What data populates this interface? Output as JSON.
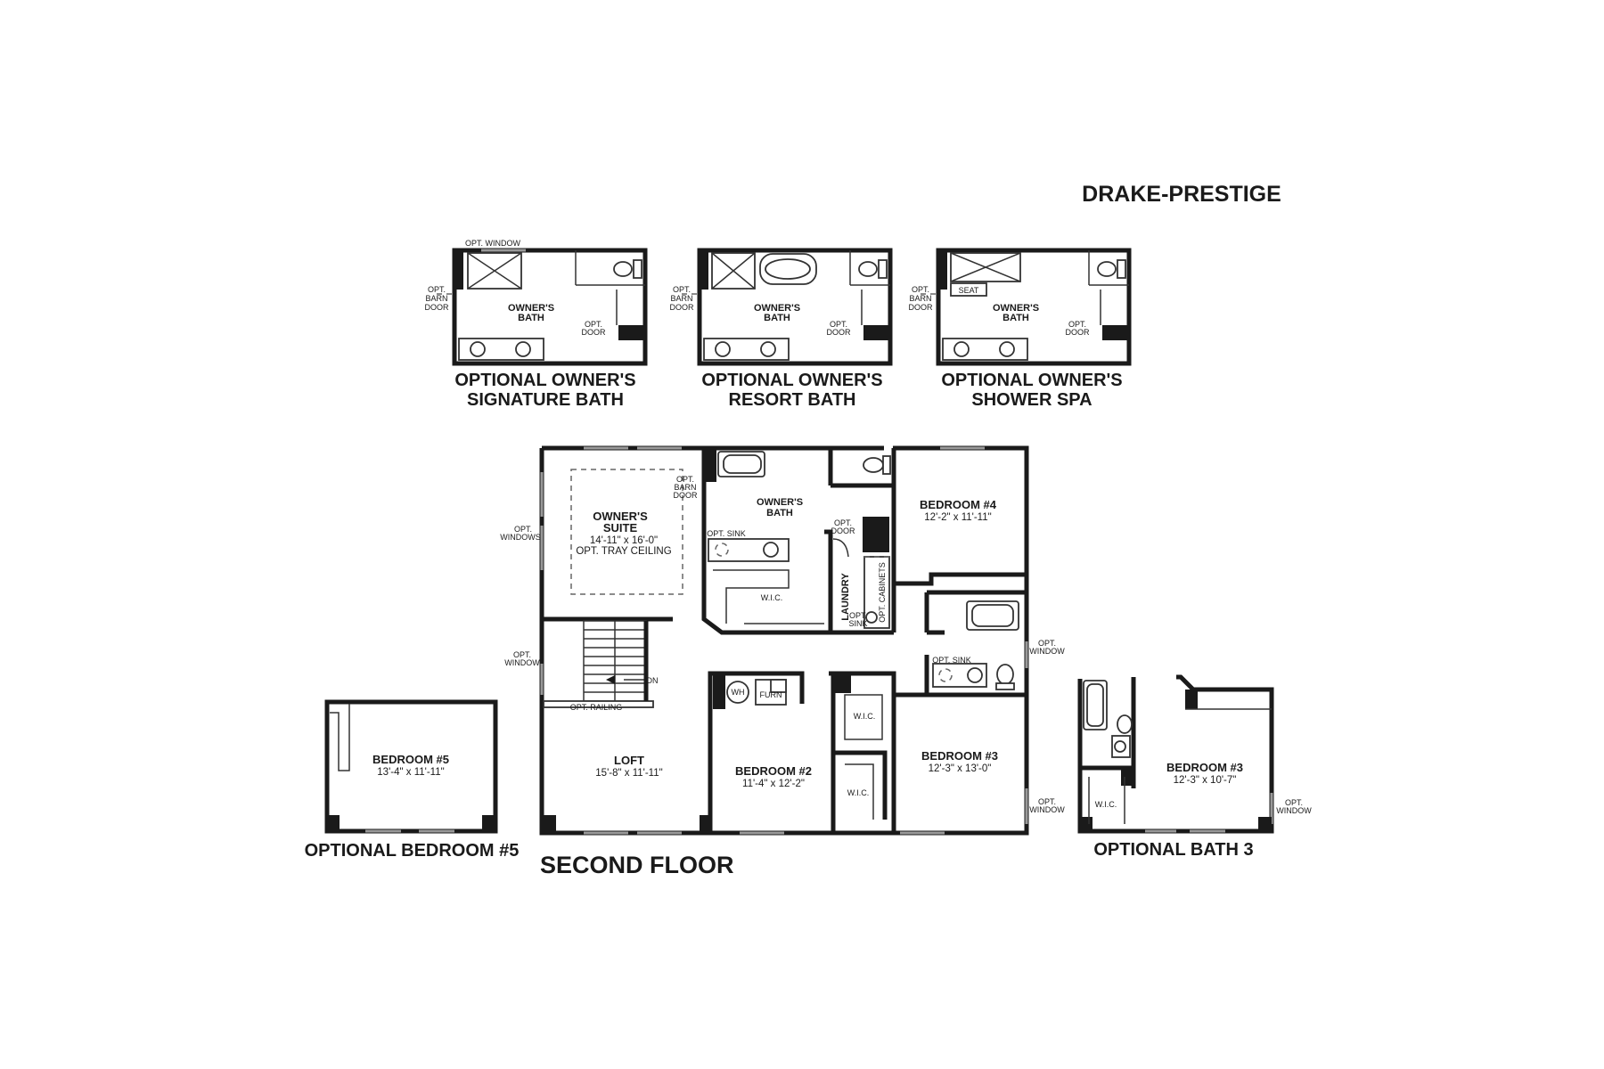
{
  "plan_name": "DRAKE-PRESTIGE",
  "floor_title": "SECOND FLOOR",
  "options": {
    "signature": {
      "caption1": "OPTIONAL OWNER'S",
      "caption2": "SIGNATURE BATH",
      "room1": "OWNER'S",
      "room2": "BATH",
      "opt_window": "OPT. WINDOW",
      "barn1": "OPT.",
      "barn2": "BARN",
      "barn3": "DOOR",
      "door1": "OPT.",
      "door2": "DOOR"
    },
    "resort": {
      "caption1": "OPTIONAL OWNER'S",
      "caption2": "RESORT BATH",
      "room1": "OWNER'S",
      "room2": "BATH",
      "barn1": "OPT.",
      "barn2": "BARN",
      "barn3": "DOOR",
      "door1": "OPT.",
      "door2": "DOOR"
    },
    "shower_spa": {
      "caption1": "OPTIONAL OWNER'S",
      "caption2": "SHOWER SPA",
      "room1": "OWNER'S",
      "room2": "BATH",
      "seat": "SEAT",
      "barn1": "OPT.",
      "barn2": "BARN",
      "barn3": "DOOR",
      "door1": "OPT.",
      "door2": "DOOR"
    },
    "bedroom5": {
      "caption": "OPTIONAL BEDROOM #5",
      "name": "BEDROOM #5",
      "dims": "13'-4\" x 11'-11\""
    },
    "bath3": {
      "caption": "OPTIONAL BATH 3",
      "name": "BEDROOM #3",
      "dims": "12'-3\" x 10'-7\"",
      "wic": "W.I.C.",
      "win1": "OPT.",
      "win2": "WINDOW"
    }
  },
  "rooms": {
    "owners_suite": {
      "name1": "OWNER'S",
      "name2": "SUITE",
      "dims": "14'-11\" x 16'-0\"",
      "extra": "OPT. TRAY CEILING"
    },
    "owners_bath": {
      "name1": "OWNER'S",
      "name2": "BATH"
    },
    "loft": {
      "name": "LOFT",
      "dims": "15'-8\" x 11'-11\""
    },
    "bedroom2": {
      "name": "BEDROOM #2",
      "dims": "11'-4\" x 12'-2\""
    },
    "bedroom3": {
      "name": "BEDROOM #3",
      "dims": "12'-3\" x 13'-0\""
    },
    "bedroom4": {
      "name": "BEDROOM #4",
      "dims": "12'-2\" x 11'-11\""
    },
    "laundry": {
      "name": "LAUNDRY"
    }
  },
  "notes": {
    "opt": "OPT.",
    "windows": "WINDOWS",
    "window": "WINDOW",
    "barn": "BARN",
    "door": "DOOR",
    "opt_sink": "OPT. SINK",
    "sink": "SINK",
    "wic": "W.I.C.",
    "opt_cabinets": "OPT. CABINETS",
    "opt_railing": "OPT. RAILING",
    "dn": "DN",
    "wh": "WH",
    "furn": "FURN"
  }
}
